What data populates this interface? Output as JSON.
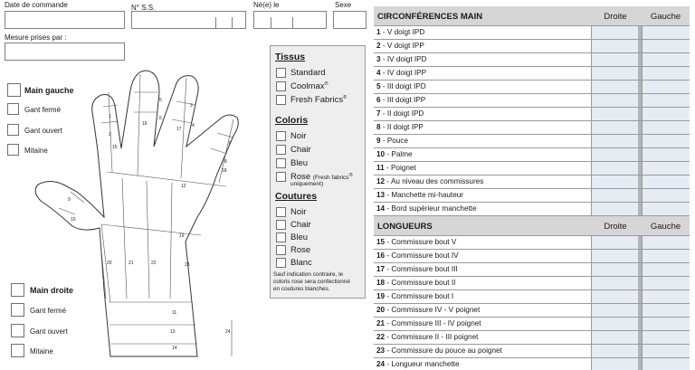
{
  "header": {
    "date_label": "Date de commande",
    "ss_label": "N° S.S.",
    "born_label": "Né(e) le",
    "sex_label": "Sexe",
    "measures_label": "Mesure prises par :"
  },
  "left_hand": {
    "title": "Main gauche",
    "options": [
      "Gant fermé",
      "Gant ouvert",
      "Mitaine"
    ]
  },
  "right_hand": {
    "title": "Main droite",
    "options": [
      "Gant fermé",
      "Gant ouvert",
      "Mitaine"
    ]
  },
  "hand_numbers": [
    "1",
    "2",
    "3",
    "4",
    "5",
    "6",
    "7",
    "8",
    "9",
    "10",
    "11",
    "12",
    "13",
    "14",
    "15",
    "16",
    "17",
    "18",
    "19",
    "20",
    "21",
    "22",
    "23",
    "24"
  ],
  "options_panel": {
    "tissus_title": "Tissus",
    "tissus": [
      "Standard",
      "Coolmax",
      "Fresh Fabrics"
    ],
    "reg_mark": "®",
    "coloris_title": "Coloris",
    "coloris": [
      "Noir",
      "Chair",
      "Bleu",
      "Rose"
    ],
    "rose_note": "(Fresh fabrics",
    "rose_note_end": "uniquement)",
    "coutures_title": "Coutures",
    "coutures": [
      "Noir",
      "Chair",
      "Bleu",
      "Rose",
      "Blanc"
    ],
    "note_lines": [
      "Sauf indication contraire, le",
      "coloris rose sera confectionné",
      "en coutures blanches."
    ]
  },
  "table": {
    "circ_title": "CIRCONFÉRENCES MAIN",
    "long_title": "LONGUEURS",
    "col_right": "Droite",
    "col_left": "Gauche",
    "circumferences": [
      {
        "num": "1",
        "text": "V doigt IPD"
      },
      {
        "num": "2",
        "text": "V doigt IPP"
      },
      {
        "num": "3",
        "text": "IV doigt IPD"
      },
      {
        "num": "4",
        "text": "IV doigt IPP"
      },
      {
        "num": "5",
        "text": "III doigt IPD"
      },
      {
        "num": "6",
        "text": "III doigt IPP"
      },
      {
        "num": "7",
        "text": "II doigt IPD"
      },
      {
        "num": "8",
        "text": "II doigt IPP"
      },
      {
        "num": "9",
        "text": "Pouce"
      },
      {
        "num": "10",
        "text": "Palme"
      },
      {
        "num": "11",
        "text": "Poignet"
      },
      {
        "num": "12",
        "text": "Au niveau des commissures"
      },
      {
        "num": "13",
        "text": "Manchette mi-hauteur"
      },
      {
        "num": "14",
        "text": "Bord supérieur manchette"
      }
    ],
    "lengths": [
      {
        "num": "15",
        "text": "Commissure bout V"
      },
      {
        "num": "16",
        "text": "Commissure bout IV"
      },
      {
        "num": "17",
        "text": "Commissure bout III"
      },
      {
        "num": "18",
        "text": "Commissure bout II"
      },
      {
        "num": "19",
        "text": "Commissure bout I"
      },
      {
        "num": "20",
        "text": "Commissure IV - V poignet"
      },
      {
        "num": "21",
        "text": "Commissure III - IV poignet"
      },
      {
        "num": "22",
        "text": "Commissure II - III poignet"
      },
      {
        "num": "23",
        "text": "Commissure du pouce au poignet"
      },
      {
        "num": "24",
        "text": "Longueur manchette"
      }
    ]
  }
}
